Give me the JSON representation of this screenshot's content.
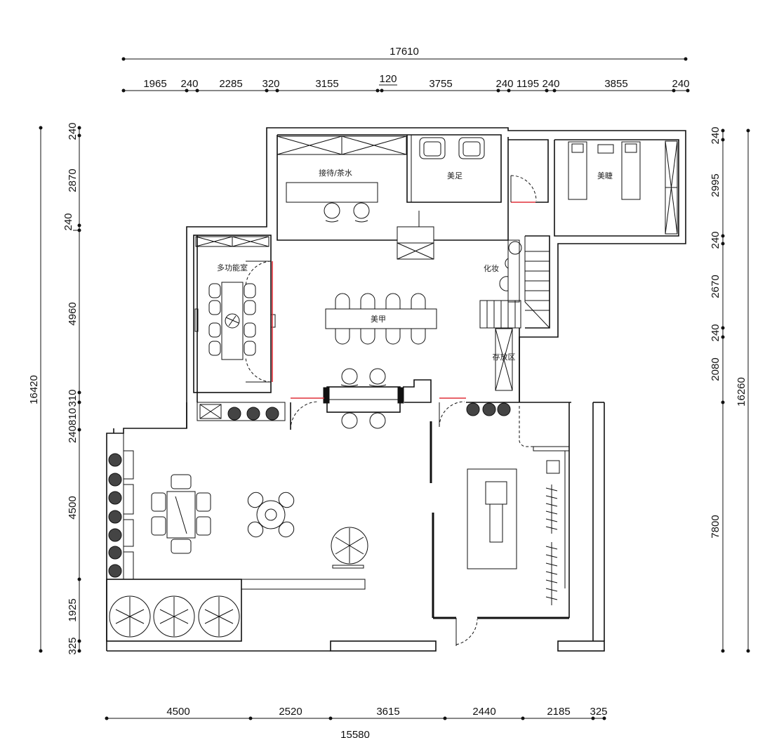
{
  "dimensions": {
    "top_total": "17610",
    "top_segments": [
      "1965",
      "240",
      "2285",
      "320",
      "3155",
      "120",
      "3755",
      "240",
      "1195",
      "240",
      "3855",
      "240"
    ],
    "bottom_segments": [
      "4500",
      "2520",
      "3615",
      "2440",
      "2185",
      "325"
    ],
    "bottom_total": "15580",
    "left_total": "16420",
    "left_segments": [
      "240",
      "2870",
      "240",
      "4960",
      "310",
      "240810",
      "4500",
      "1925",
      "325"
    ],
    "right_segments": [
      "240",
      "2995",
      "240",
      "2670",
      "240",
      "2080",
      "7800"
    ],
    "right_total": "16260"
  },
  "rooms": {
    "reception": "接待/茶水",
    "foot_care": "美足",
    "eyelash": "美睫",
    "multi_function": "多功能室",
    "makeup": "化妆",
    "nail": "美甲",
    "storage": "存放区"
  },
  "colors": {
    "line": "#111111",
    "opening": "#e0303a"
  }
}
